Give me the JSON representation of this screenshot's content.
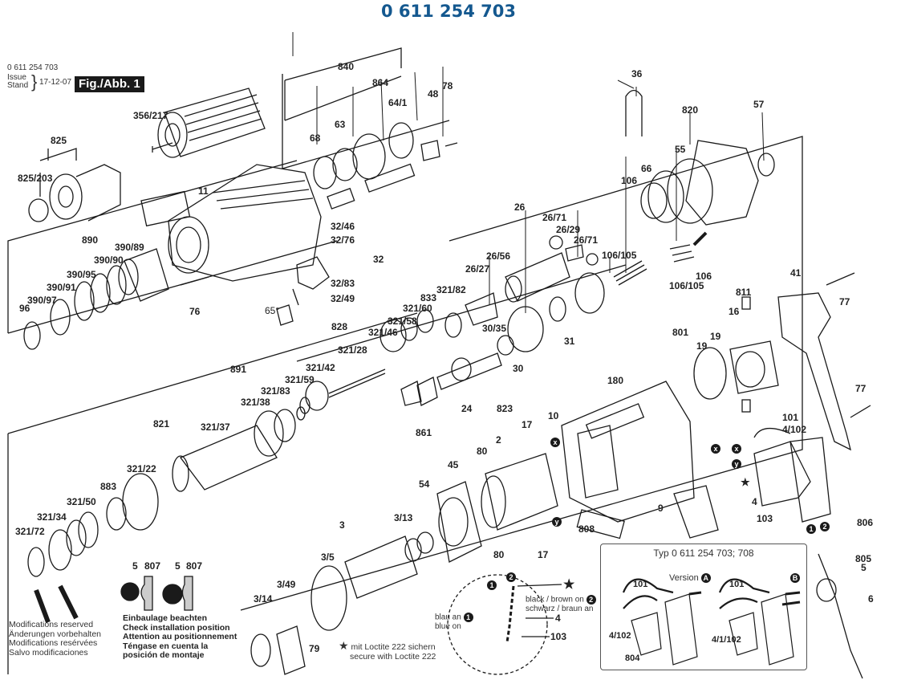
{
  "header": {
    "title": "0 611 254 703",
    "doc_number": "0 611 254 703",
    "issue_label_en": "Issue",
    "issue_label_de": "Stand",
    "issue_date": "17-12-07",
    "figure_label": "Fig./Abb. 1"
  },
  "colors": {
    "title_blue": "#14588f",
    "line": "#1a1a1a"
  },
  "part_labels": [
    {
      "id": "840",
      "text": "840"
    },
    {
      "id": "864",
      "text": "864"
    },
    {
      "id": "48",
      "text": "48"
    },
    {
      "id": "78",
      "text": "78"
    },
    {
      "id": "64-1",
      "text": "64/1"
    },
    {
      "id": "68",
      "text": "68"
    },
    {
      "id": "63",
      "text": "63"
    },
    {
      "id": "356-217",
      "text": "356/217"
    },
    {
      "id": "825",
      "text": "825"
    },
    {
      "id": "825-203",
      "text": "825/203"
    },
    {
      "id": "11",
      "text": "11"
    },
    {
      "id": "890",
      "text": "890"
    },
    {
      "id": "390-89",
      "text": "390/89"
    },
    {
      "id": "390-90",
      "text": "390/90"
    },
    {
      "id": "390-95",
      "text": "390/95"
    },
    {
      "id": "390-91",
      "text": "390/91"
    },
    {
      "id": "390-97",
      "text": "390/97"
    },
    {
      "id": "96",
      "text": "96"
    },
    {
      "id": "76",
      "text": "76"
    },
    {
      "id": "32-46",
      "text": "32/46"
    },
    {
      "id": "32-76",
      "text": "32/76"
    },
    {
      "id": "32",
      "text": "32"
    },
    {
      "id": "32-83",
      "text": "32/83"
    },
    {
      "id": "32-49",
      "text": "32/49"
    },
    {
      "id": "65deg",
      "text": "65°"
    },
    {
      "id": "36",
      "text": "36"
    },
    {
      "id": "820",
      "text": "820"
    },
    {
      "id": "57",
      "text": "57"
    },
    {
      "id": "55",
      "text": "55"
    },
    {
      "id": "66",
      "text": "66"
    },
    {
      "id": "106",
      "text": "106"
    },
    {
      "id": "106-105a",
      "text": "106/105"
    },
    {
      "id": "106b",
      "text": "106"
    },
    {
      "id": "106-105b",
      "text": "106/105"
    },
    {
      "id": "26",
      "text": "26"
    },
    {
      "id": "26-71a",
      "text": "26/71"
    },
    {
      "id": "26-29",
      "text": "26/29"
    },
    {
      "id": "26-71b",
      "text": "26/71"
    },
    {
      "id": "26-56",
      "text": "26/56"
    },
    {
      "id": "26-27",
      "text": "26/27"
    },
    {
      "id": "321-82",
      "text": "321/82"
    },
    {
      "id": "833",
      "text": "833"
    },
    {
      "id": "321-60",
      "text": "321/60"
    },
    {
      "id": "321-58",
      "text": "321/58"
    },
    {
      "id": "321-46",
      "text": "321/46"
    },
    {
      "id": "828",
      "text": "828"
    },
    {
      "id": "321-28",
      "text": "321/28"
    },
    {
      "id": "321-42",
      "text": "321/42"
    },
    {
      "id": "321-59",
      "text": "321/59"
    },
    {
      "id": "30-35",
      "text": "30/35"
    },
    {
      "id": "31",
      "text": "31"
    },
    {
      "id": "30",
      "text": "30"
    },
    {
      "id": "891",
      "text": "891"
    },
    {
      "id": "321-83",
      "text": "321/83"
    },
    {
      "id": "321-38",
      "text": "321/38"
    },
    {
      "id": "821",
      "text": "821"
    },
    {
      "id": "321-37",
      "text": "321/37"
    },
    {
      "id": "321-22",
      "text": "321/22"
    },
    {
      "id": "883",
      "text": "883"
    },
    {
      "id": "321-50",
      "text": "321/50"
    },
    {
      "id": "321-34",
      "text": "321/34"
    },
    {
      "id": "321-72",
      "text": "321/72"
    },
    {
      "id": "24",
      "text": "24"
    },
    {
      "id": "823",
      "text": "823"
    },
    {
      "id": "861",
      "text": "861"
    },
    {
      "id": "41",
      "text": "41"
    },
    {
      "id": "77a",
      "text": "77"
    },
    {
      "id": "77b",
      "text": "77"
    },
    {
      "id": "811",
      "text": "811"
    },
    {
      "id": "16",
      "text": "16"
    },
    {
      "id": "801",
      "text": "801"
    },
    {
      "id": "19a",
      "text": "19"
    },
    {
      "id": "19b",
      "text": "19"
    },
    {
      "id": "180",
      "text": "180"
    },
    {
      "id": "10",
      "text": "10"
    },
    {
      "id": "101",
      "text": "101"
    },
    {
      "id": "4-102",
      "text": "4/102"
    },
    {
      "id": "4",
      "text": "4"
    },
    {
      "id": "103",
      "text": "103"
    },
    {
      "id": "9",
      "text": "9"
    },
    {
      "id": "808",
      "text": "808"
    },
    {
      "id": "17a",
      "text": "17"
    },
    {
      "id": "2",
      "text": "2"
    },
    {
      "id": "80a",
      "text": "80"
    },
    {
      "id": "45",
      "text": "45"
    },
    {
      "id": "54",
      "text": "54"
    },
    {
      "id": "80b",
      "text": "80"
    },
    {
      "id": "17b",
      "text": "17"
    },
    {
      "id": "3",
      "text": "3"
    },
    {
      "id": "3-13",
      "text": "3/13"
    },
    {
      "id": "3-5",
      "text": "3/5"
    },
    {
      "id": "3-49",
      "text": "3/49"
    },
    {
      "id": "3-14",
      "text": "3/14"
    },
    {
      "id": "79",
      "text": "79"
    },
    {
      "id": "5a",
      "text": "5"
    },
    {
      "id": "807a",
      "text": "807"
    },
    {
      "id": "5b",
      "text": "5"
    },
    {
      "id": "807b",
      "text": "807"
    },
    {
      "id": "806",
      "text": "806"
    },
    {
      "id": "805",
      "text": "805"
    },
    {
      "id": "5c",
      "text": "5"
    },
    {
      "id": "6",
      "text": "6"
    },
    {
      "id": "4b",
      "text": "4"
    },
    {
      "id": "103b",
      "text": "103"
    }
  ],
  "markers": {
    "x": "x",
    "y": "y",
    "one": "1",
    "two": "2",
    "A": "A",
    "B": "B",
    "star": "★"
  },
  "wiring_detail": {
    "black_brown_en": "black / brown on",
    "black_brown_de": "schwarz / braun an",
    "blue_de": "blau an",
    "blue_en": "blue on"
  },
  "type_box": {
    "title": "Typ 0 611 254 703; 708",
    "version_label": "Version",
    "label_101a": "101",
    "label_101b": "101",
    "label_4_102": "4/102",
    "label_804": "804",
    "label_4_1_102": "4/1/102"
  },
  "footer": {
    "modifications": [
      "Modifications reserved",
      "Änderungen vorbehalten",
      "Modifications resérvées",
      "Salvo modificaciones"
    ],
    "install_note": [
      "Einbaulage beachten",
      "Check installation position",
      "Attention au positionnement",
      "Téngase en cuenta la",
      "posición de montaje"
    ],
    "loctite_de": "mit Loctite 222 sichern",
    "loctite_en": "secure with Loctite 222"
  }
}
